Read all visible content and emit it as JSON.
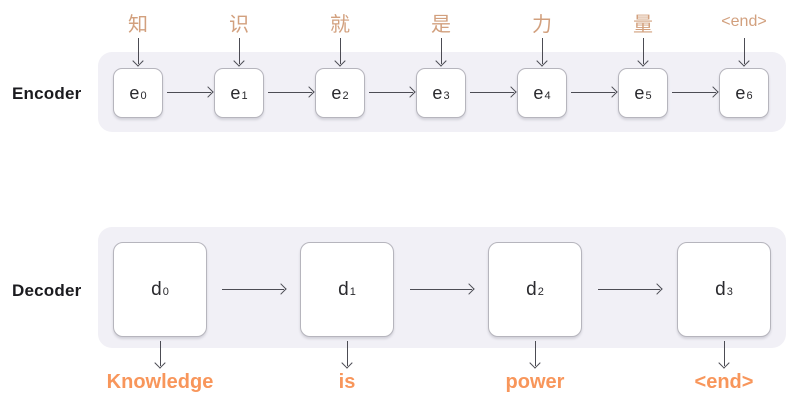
{
  "diagram": {
    "encoder": {
      "label": "Encoder",
      "inputs": [
        "知",
        "识",
        "就",
        "是",
        "力",
        "量",
        "<end>"
      ],
      "units": [
        {
          "base": "e",
          "sub": "0"
        },
        {
          "base": "e",
          "sub": "1"
        },
        {
          "base": "e",
          "sub": "2"
        },
        {
          "base": "e",
          "sub": "3"
        },
        {
          "base": "e",
          "sub": "4"
        },
        {
          "base": "e",
          "sub": "5"
        },
        {
          "base": "e",
          "sub": "6"
        }
      ]
    },
    "decoder": {
      "label": "Decoder",
      "units": [
        {
          "base": "d",
          "sub": "0"
        },
        {
          "base": "d",
          "sub": "1"
        },
        {
          "base": "d",
          "sub": "2"
        },
        {
          "base": "d",
          "sub": "3"
        }
      ],
      "outputs": [
        "Knowledge",
        "is",
        "power",
        "<end>"
      ]
    },
    "colors": {
      "input_token": "#d2a07e",
      "output_token": "#f8965b",
      "band_background": "#f1f0f6",
      "box_border": "#b6b5bd",
      "arrow": "#4c4c54",
      "label_text": "#1b1b1f"
    }
  }
}
